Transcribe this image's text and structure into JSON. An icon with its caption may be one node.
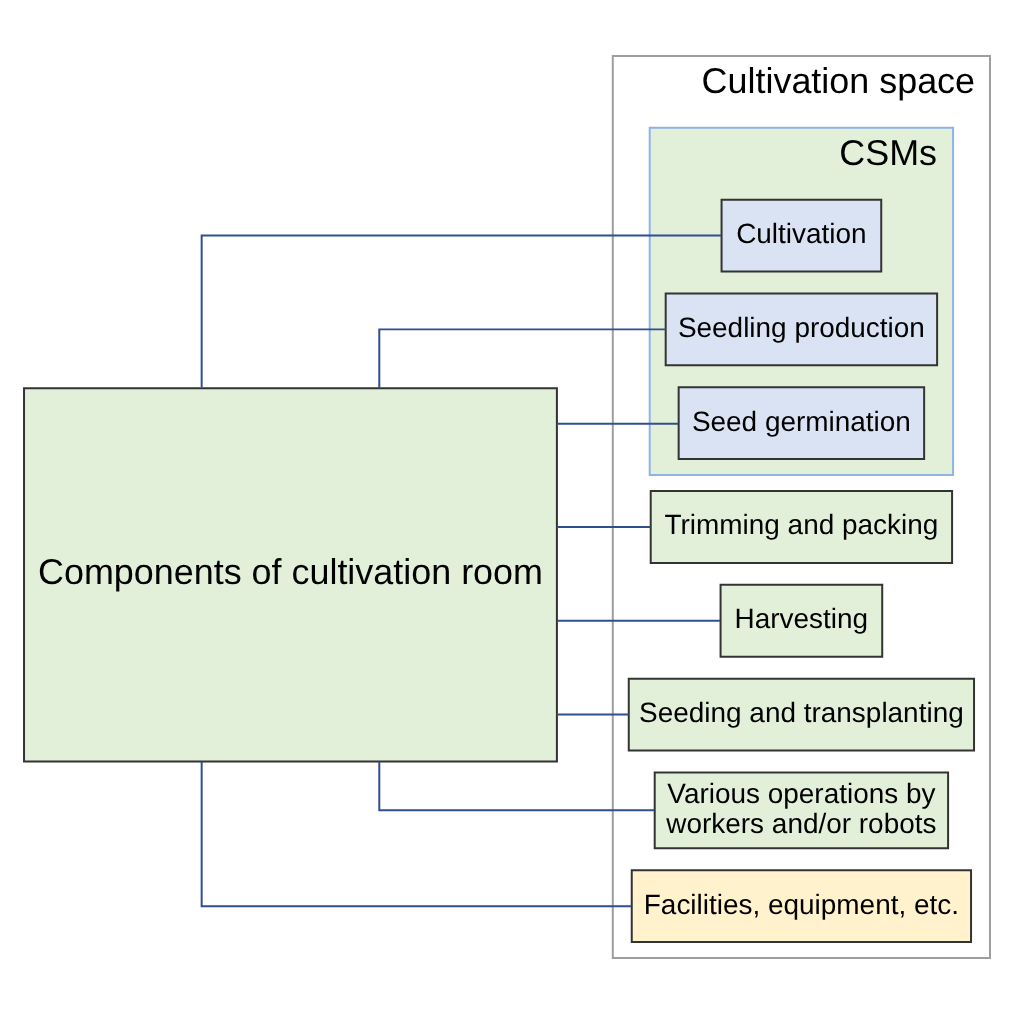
{
  "diagram": {
    "nodes": [
      {
        "text": [
          "Components of cultivation room"
        ]
      },
      {
        "text": [
          "Cultivation space"
        ]
      },
      {
        "text": [
          "Trimming and packing"
        ],
        "in": 1
      },
      {
        "text": [
          "Harvesting"
        ],
        "in": 1
      },
      {
        "text": [
          "CSMs"
        ],
        "in": 1
      },
      {
        "text": [
          "Cultivation"
        ],
        "in": 4
      },
      {
        "text": [
          "Seedling production"
        ],
        "in": 4
      },
      {
        "text": [
          "Seed germination"
        ],
        "in": 4
      },
      {
        "text": [
          "Seeding and transplanting"
        ],
        "in": 1
      },
      {
        "text": [
          "Various operations by workers and/or robots"
        ],
        "in": 1
      },
      {
        "text": [
          "Facilities, equipment, etc."
        ],
        "in": 1
      }
    ],
    "edges": [
      {
        "from": 0,
        "to": 2,
        "arrow": "none"
      },
      {
        "from": 0,
        "to": 3,
        "arrow": "none"
      },
      {
        "from": 0,
        "to": 5,
        "arrow": "none"
      },
      {
        "from": 0,
        "to": 6,
        "arrow": "none"
      },
      {
        "from": 0,
        "to": 7,
        "arrow": "none"
      },
      {
        "from": 0,
        "to": 8,
        "arrow": "none"
      },
      {
        "from": 0,
        "to": 9,
        "arrow": "none"
      },
      {
        "from": 0,
        "to": 10,
        "arrow": "none"
      }
    ]
  }
}
